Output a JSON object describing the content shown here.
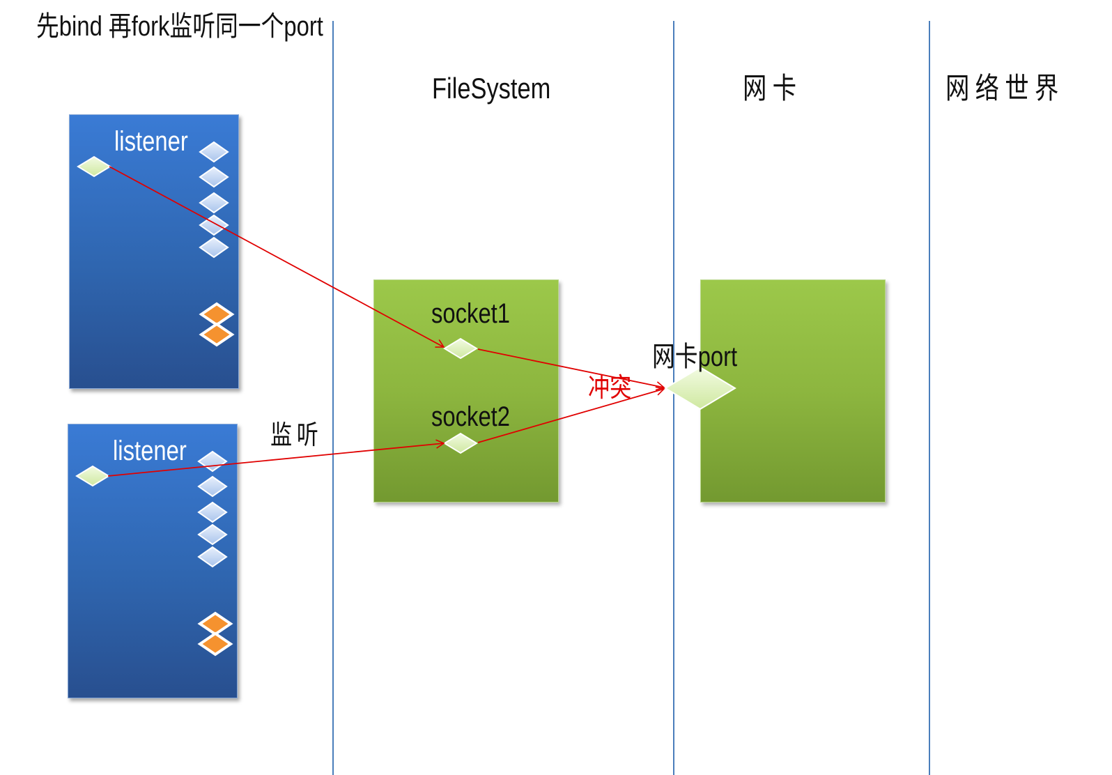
{
  "title": "先bind 再fork监听同一个port",
  "columns": {
    "filesystem": "FileSystem",
    "nic": "网卡",
    "network_world": "网络世界"
  },
  "processes": [
    {
      "label": "listener"
    },
    {
      "label": "listener"
    }
  ],
  "sockets": {
    "socket1": "socket1",
    "socket2": "socket2"
  },
  "nic_port_label": "网卡port",
  "conflict_label": "冲突",
  "listen_label": "监听",
  "colors": {
    "arrow": "#e00000",
    "process_fill": "#3a7bd5",
    "green_box": "#9cc84a",
    "divider": "#4a7ebb",
    "diamond_green": "#e4f5c4",
    "diamond_blue": "#c9dcf6",
    "diamond_orange": "#f5922f"
  }
}
